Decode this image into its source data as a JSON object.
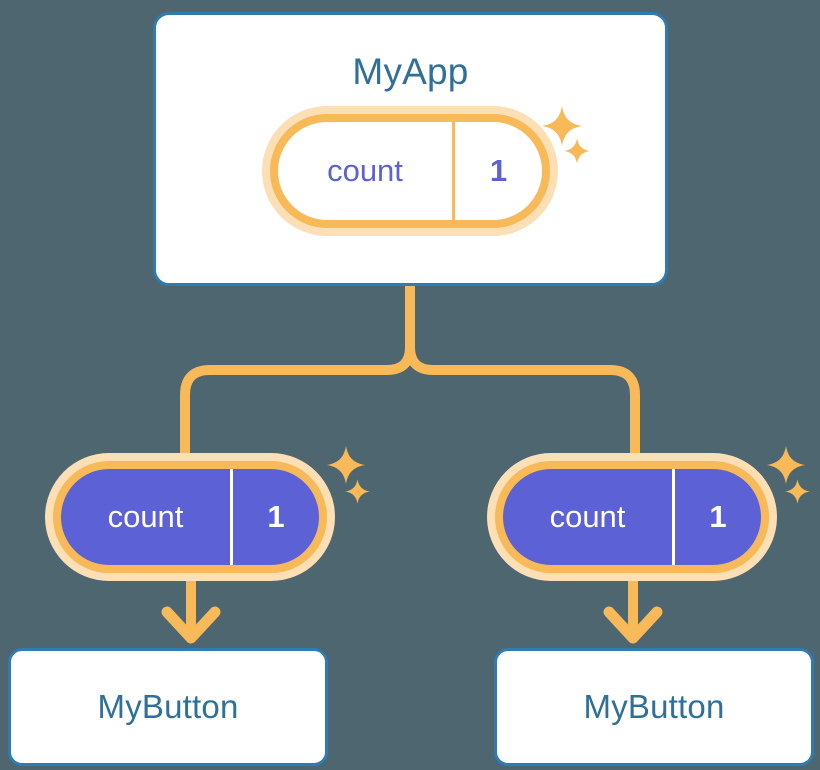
{
  "diagram": {
    "title_text": "MyApp",
    "background_color": "#4d6670",
    "accent_orange": "#f8b958",
    "accent_orange_pale": "#fcdfb4",
    "accent_blue": "#2e7cb0",
    "accent_blue_text": "#2e7099",
    "accent_purple": "#5c62d6"
  },
  "root": {
    "component_name": "MyApp",
    "state": {
      "key_label": "count",
      "value_label": "1"
    },
    "sparkle_large": "sparkle-icon",
    "sparkle_small": "sparkle-icon"
  },
  "children": [
    {
      "component_name": "MyButton",
      "state": {
        "key_label": "count",
        "value_label": "1"
      }
    },
    {
      "component_name": "MyButton",
      "state": {
        "key_label": "count",
        "value_label": "1"
      }
    }
  ]
}
